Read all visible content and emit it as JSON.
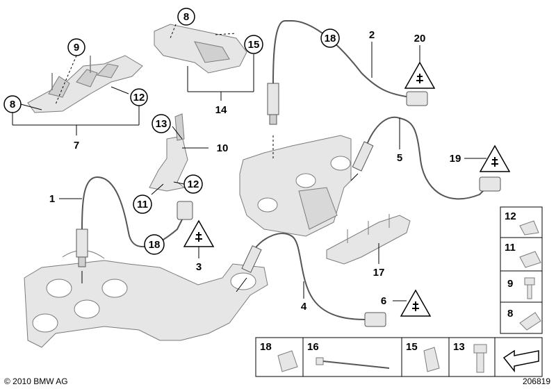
{
  "copyright": "© 2010 BMW AG",
  "diagram_id": "206819",
  "labels": {
    "p1": "1",
    "p2": "2",
    "p3": "3",
    "p4": "4",
    "p5": "5",
    "p6": "6",
    "p7": "7",
    "p8a": "8",
    "p8b": "8",
    "p9": "9",
    "p10": "10",
    "p11": "11",
    "p12a": "12",
    "p12b": "12",
    "p13": "13",
    "p14": "14",
    "p15": "15",
    "p17": "17",
    "p18a": "18",
    "p18b": "18",
    "p19": "19",
    "p20": "20"
  },
  "side_panel": [
    "12",
    "11",
    "9",
    "8"
  ],
  "bottom_panel": [
    "18",
    "16",
    "15",
    "13"
  ],
  "colors": {
    "line": "#000000",
    "part_fill": "#e6e6e6",
    "part_stroke": "#7a7a7a",
    "cable": "#555555"
  }
}
